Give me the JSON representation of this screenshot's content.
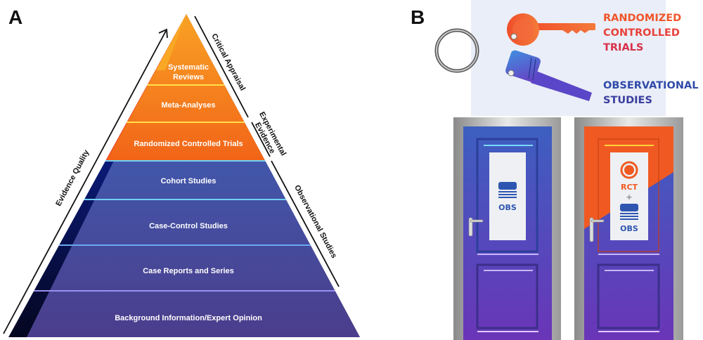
{
  "panel_a": {
    "letter": "A",
    "levels": [
      {
        "label_lines": [
          "Systematic",
          "Reviews"
        ]
      },
      {
        "label_lines": [
          "Meta-Analyses"
        ]
      },
      {
        "label_lines": [
          "Randomized Controlled Trials"
        ]
      },
      {
        "label_lines": [
          "Cohort Studies"
        ]
      },
      {
        "label_lines": [
          "Case-Control Studies"
        ]
      },
      {
        "label_lines": [
          "Case Reports and Series"
        ]
      },
      {
        "label_lines": [
          "Background Information/Expert Opinion"
        ]
      }
    ],
    "left_axis_label": "Evidence Quality",
    "right_labels": {
      "critical_appraisal": "Critical Appraisal",
      "experimental_line1": "Experimental",
      "experimental_line2": "Evidence",
      "observational": "Observational Studies"
    },
    "colors": {
      "experimental": "#f47a1f",
      "observational": "#3f5fb5",
      "stripe_red": "#e8201a",
      "stripe_navy": "#0a1456"
    }
  },
  "panel_b": {
    "letter": "B",
    "keys": {
      "rct_lines": [
        "RANDOMIZED",
        "CONTROLLED",
        "TRIALS"
      ],
      "obs_lines": [
        "OBSERVATIONAL",
        "STUDIES"
      ],
      "rct_color": "#f0552a",
      "obs_color": "#2f46a6"
    },
    "doors": {
      "left_sign": "OBS",
      "right_sign_top": "RCT",
      "right_sign_plus": "+",
      "right_sign_bottom": "OBS"
    }
  }
}
